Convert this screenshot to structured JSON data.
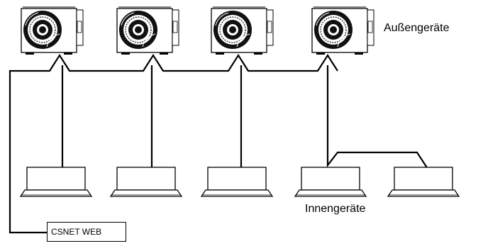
{
  "labels": {
    "outdoor_units": "Außengeräte",
    "indoor_units": "Innengeräte",
    "controller": "CSNET WEB"
  },
  "diagram": {
    "outdoor_unit_count": 4,
    "indoor_unit_count": 5,
    "line_color": "#000000",
    "unit_fill": "#ffffff"
  },
  "icons": {
    "outdoor": "fan-icon",
    "indoor": "ceiling-cassette-icon"
  }
}
